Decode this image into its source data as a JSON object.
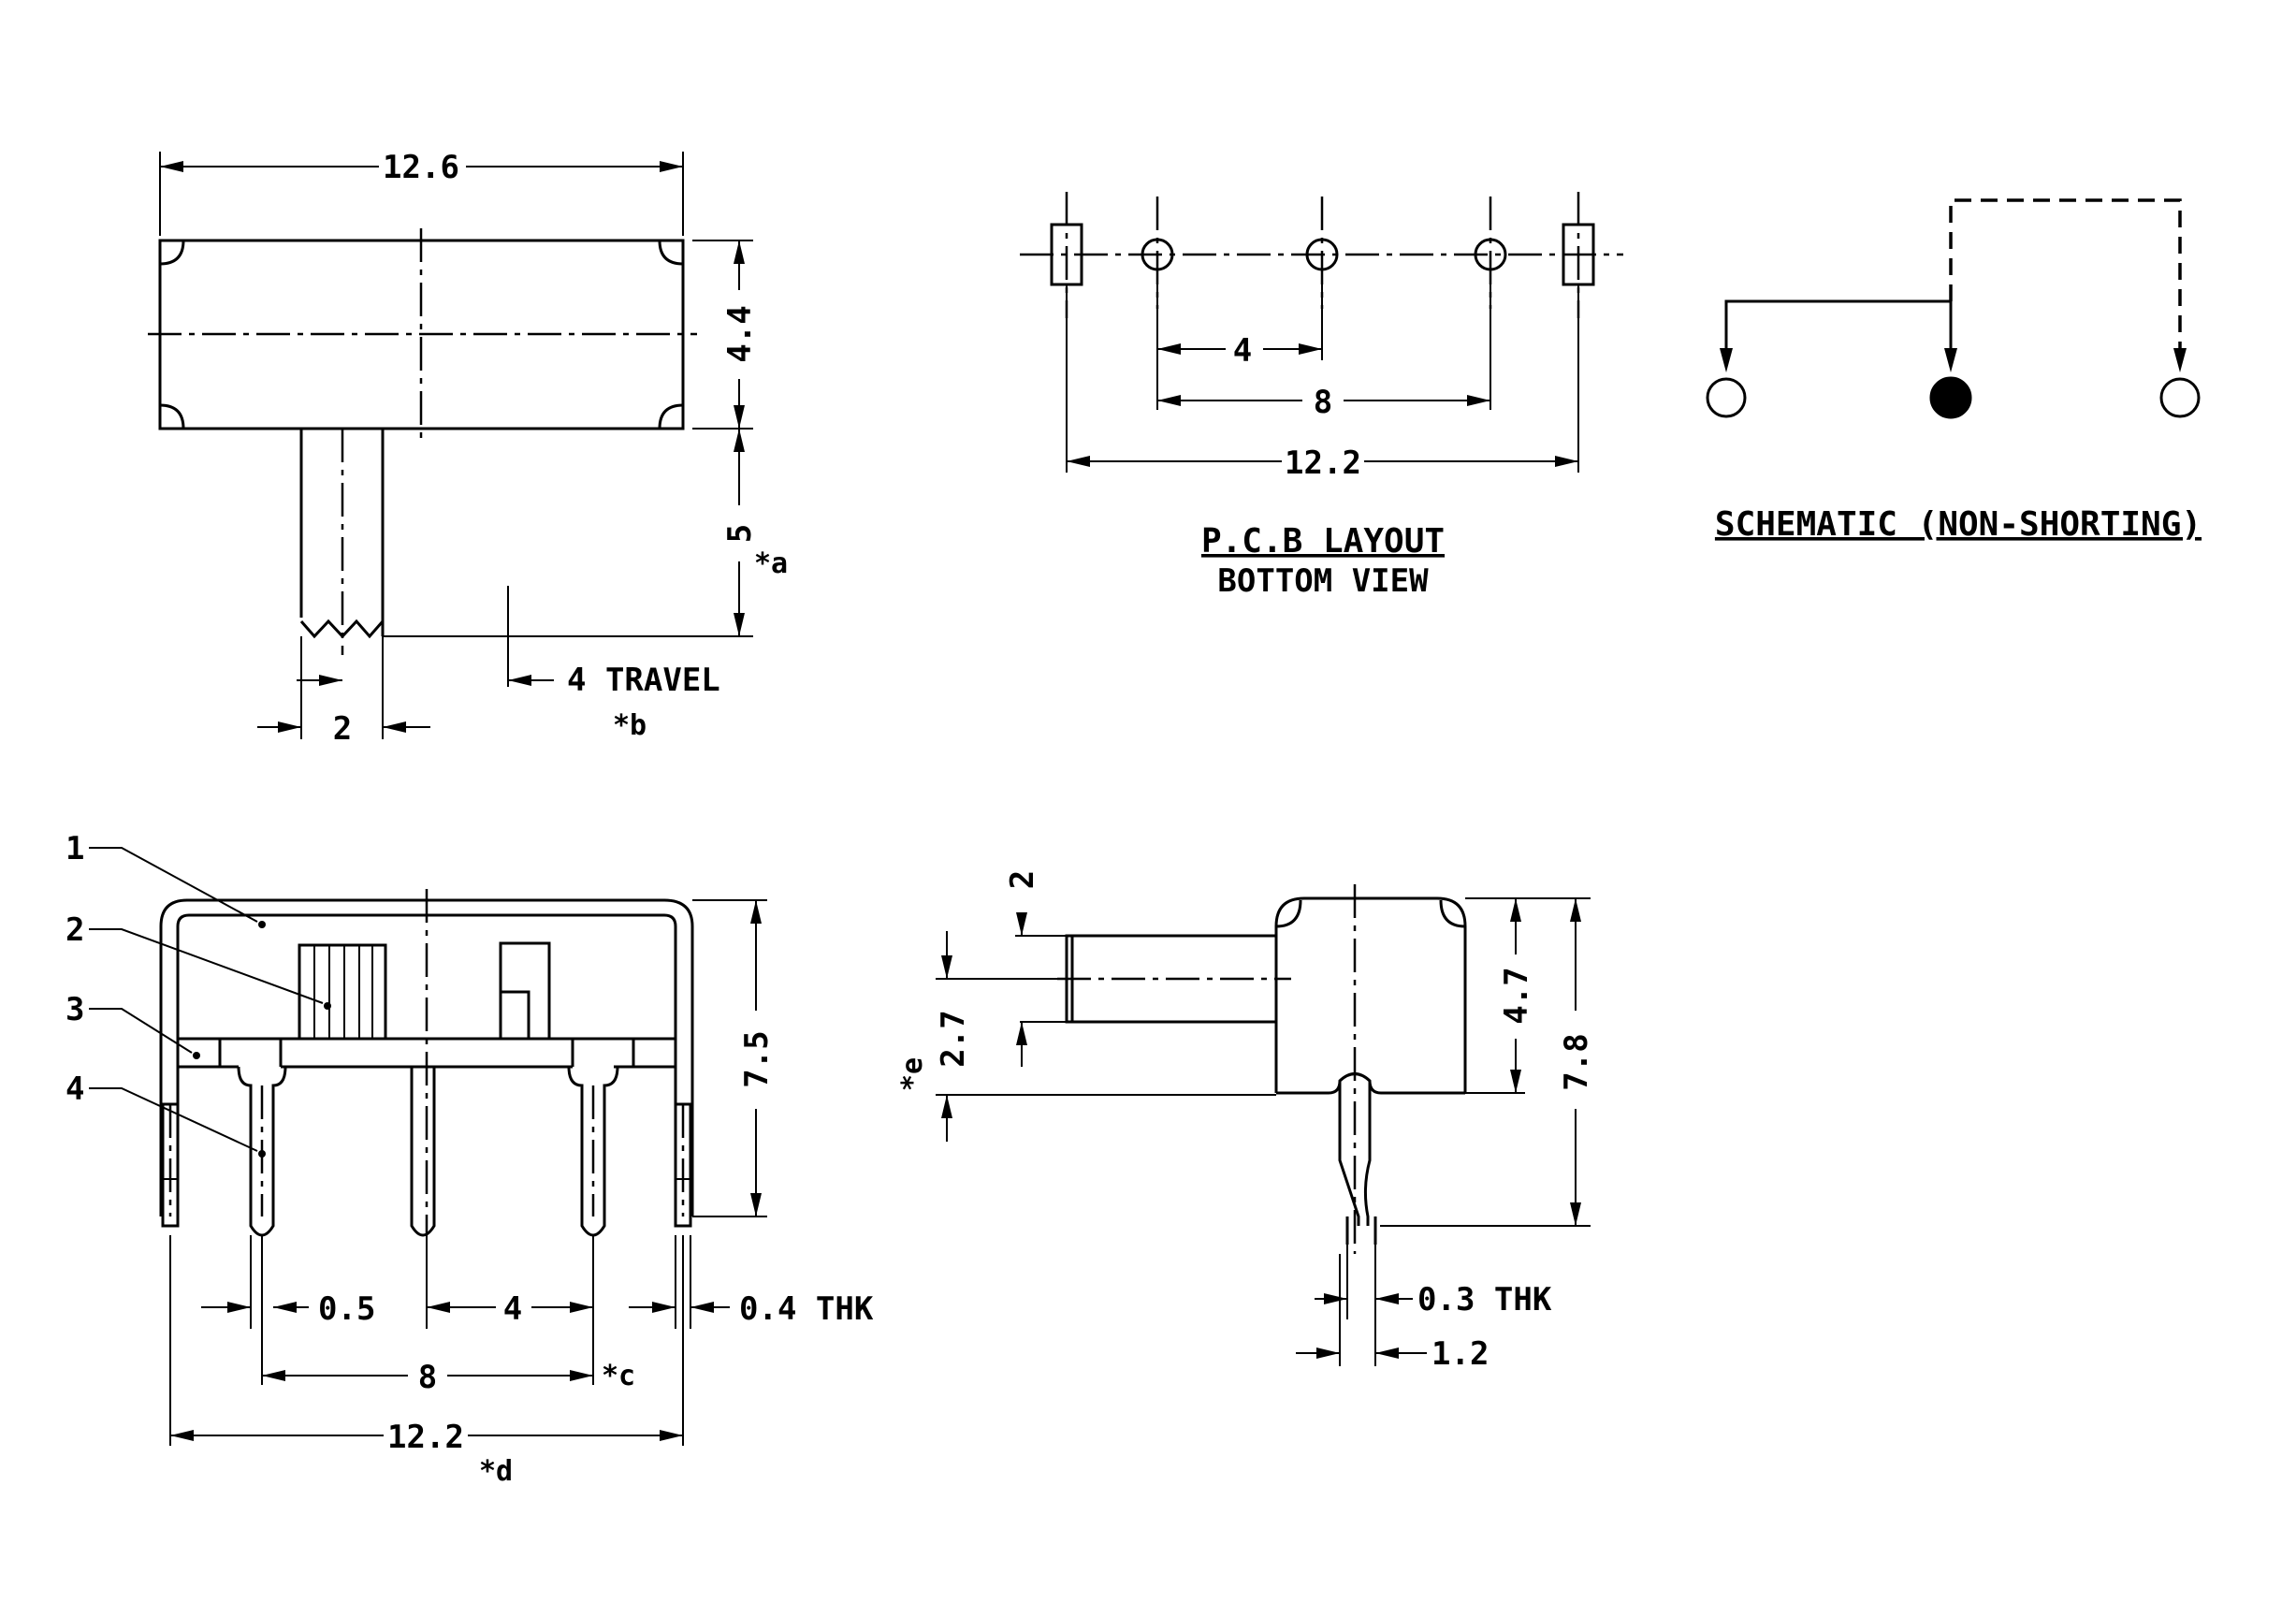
{
  "top_view": {
    "width_label": "12.6",
    "height_label": "4.4",
    "actuator_length_label": "5",
    "note_a": "*a",
    "actuator_width_label": "2",
    "travel_label": "4 TRAVEL",
    "note_b": "*b"
  },
  "pcb_layout": {
    "pitch_label": "4",
    "span_label": "8",
    "overall_label": "12.2",
    "title_line1": "P.C.B LAYOUT",
    "title_line2": "BOTTOM VIEW"
  },
  "schematic": {
    "title": "SCHEMATIC (NON-SHORTING)"
  },
  "front_view": {
    "part_labels": [
      "1",
      "2",
      "3",
      "4"
    ],
    "height_label": "7.5",
    "pin_width_label": "0.5",
    "pitch_label": "4",
    "tab_thickness_label": "0.4 THK",
    "span_label": "8",
    "note_c": "*c",
    "overall_label": "12.2",
    "note_d": "*d"
  },
  "side_view": {
    "actuator_offset_label": "2",
    "actuator_height_label": "2.7",
    "note_e": "*e",
    "body_height_label": "4.7",
    "overall_height_label": "7.8",
    "pin_thickness_label": "0.3 THK",
    "pin_width_label": "1.2"
  }
}
